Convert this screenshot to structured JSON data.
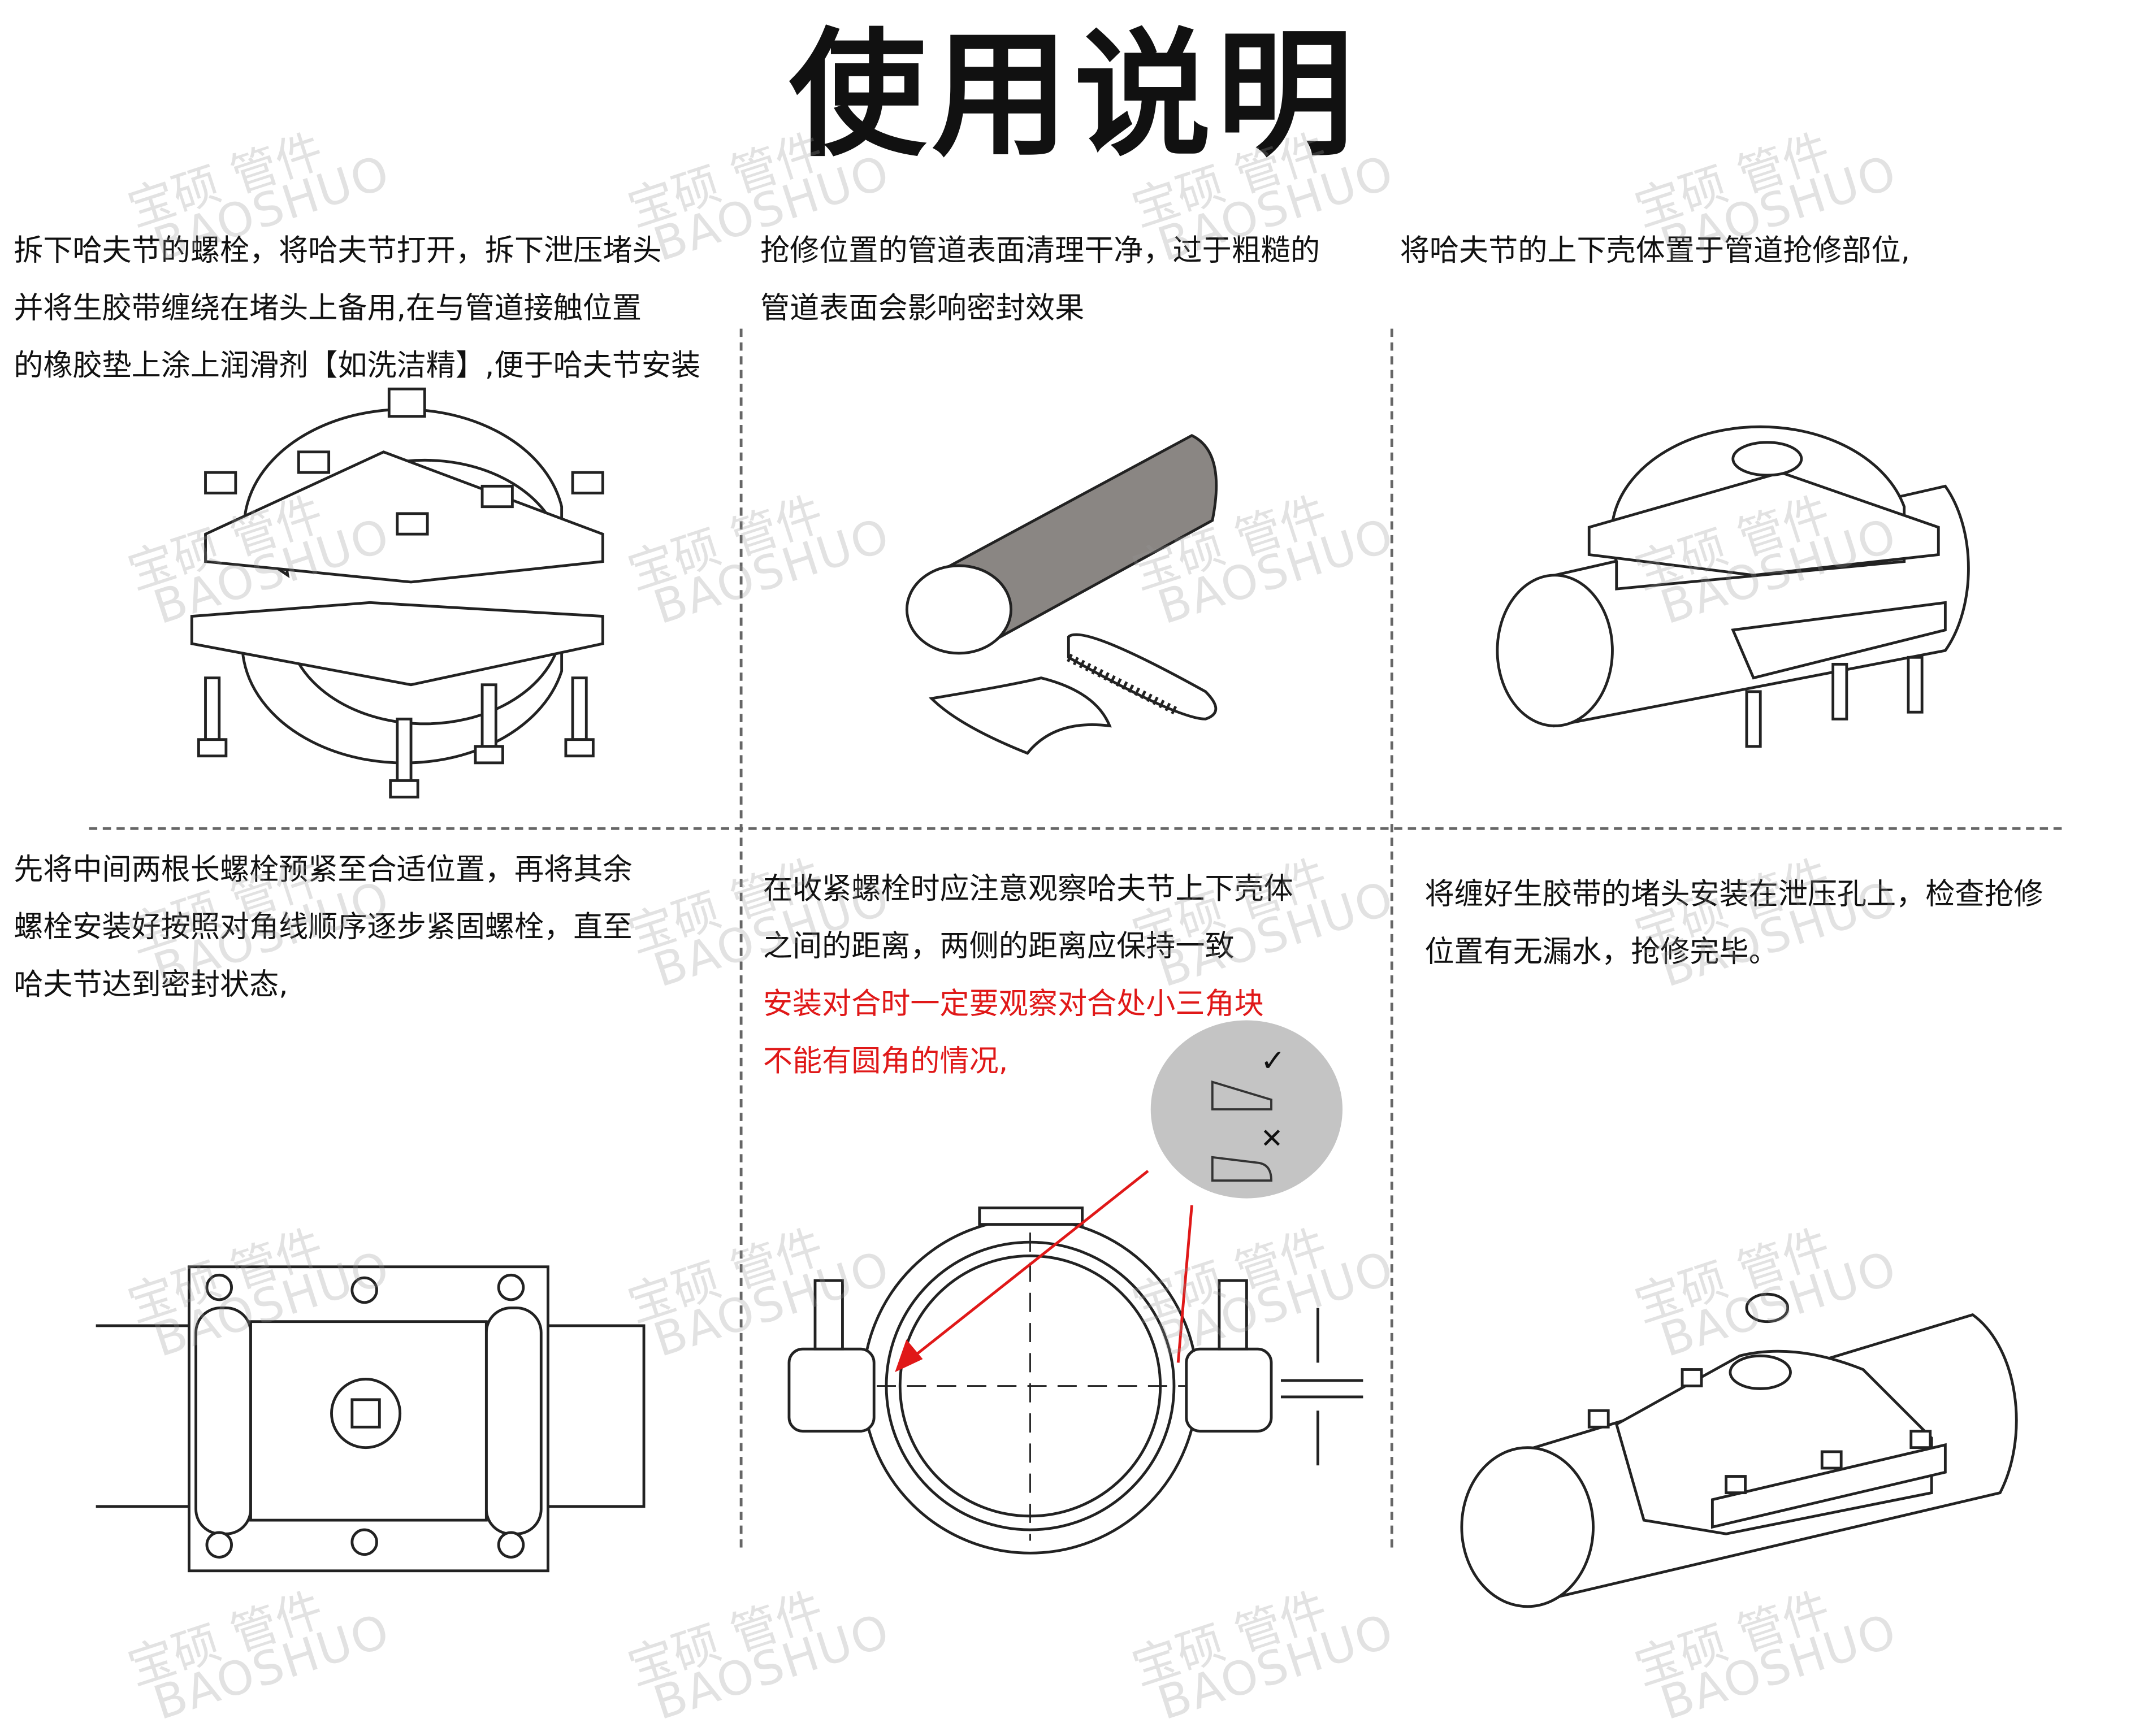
{
  "title": "使用说明",
  "steps": [
    {
      "lines": [
        "拆下哈夫节的螺栓，将哈夫节打开，拆下泄压堵头",
        "并将生胶带缠绕在堵头上备用,在与管道接触位置",
        "的橡胶垫上涂上润滑剂【如洗洁精】,便于哈夫节安装"
      ]
    },
    {
      "lines": [
        "抢修位置的管道表面清理干净，过于粗糙的",
        "管道表面会影响密封效果"
      ]
    },
    {
      "lines": [
        "将哈夫节的上下壳体置于管道抢修部位,"
      ]
    },
    {
      "lines": [
        "先将中间两根长螺栓预紧至合适位置，再将其余",
        "螺栓安装好按照对角线顺序逐步紧固螺栓，直至",
        "哈夫节达到密封状态,"
      ]
    },
    {
      "lines": [
        "在收紧螺栓时应注意观察哈夫节上下壳体",
        "之间的距离，两侧的距离应保持一致"
      ],
      "warning_lines": [
        "安装对合时一定要观察对合处小三角块",
        "不能有圆角的情况,"
      ]
    },
    {
      "lines": [
        "将缠好生胶带的堵头安装在泄压孔上，检查抢修",
        "位置有无漏水，抢修完毕。"
      ]
    }
  ],
  "watermark": {
    "cn": "宝硕  管件",
    "en": "BAOSHUO"
  },
  "inset_marks": {
    "ok": "✓",
    "bad": "✕"
  },
  "colors": {
    "warning": "#e01818",
    "pipe_fill": "#8a8683",
    "inset_bg": "#c4c4c4"
  }
}
